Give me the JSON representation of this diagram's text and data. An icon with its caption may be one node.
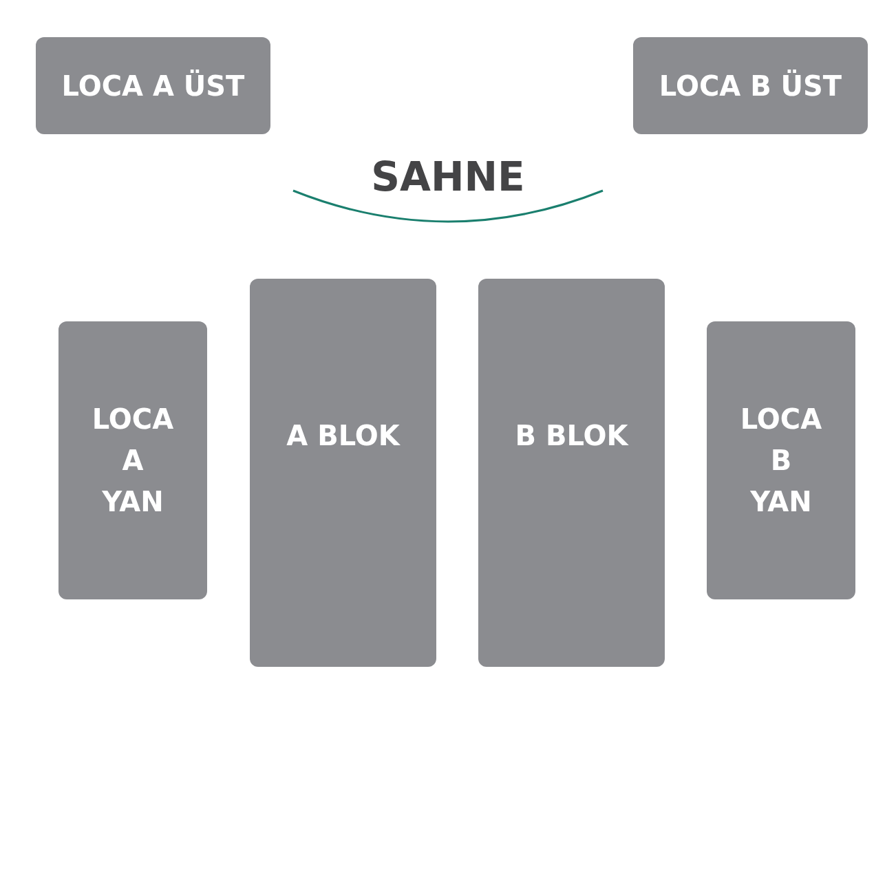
{
  "diagram": {
    "nodes": [
      {
        "text": [
          "LOCA A ÜST"
        ]
      },
      {
        "text": [
          "LOCA B ÜST"
        ]
      },
      {
        "text": [
          "LOCA A YAN"
        ]
      },
      {
        "text": [
          "A BLOK"
        ]
      },
      {
        "text": [
          "B BLOK"
        ]
      },
      {
        "text": [
          "LOCA B YAN"
        ]
      }
    ],
    "labels": [
      "SAHNE"
    ]
  }
}
